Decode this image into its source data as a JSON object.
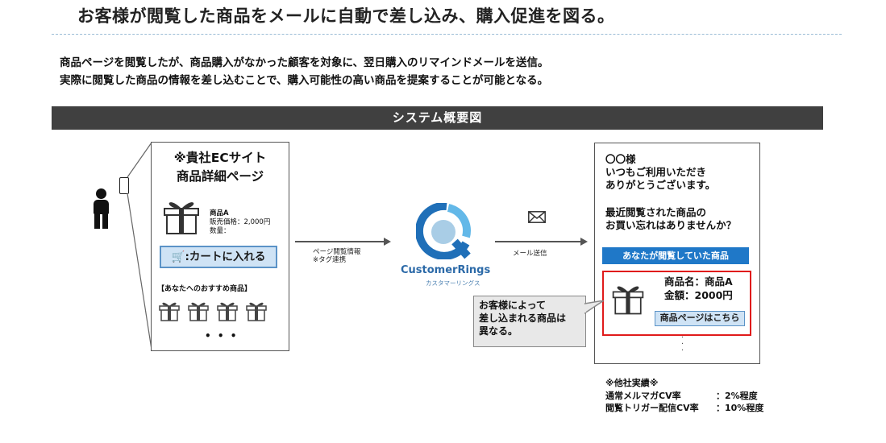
{
  "title": "お客様が閲覧した商品をメールに自動で差し込み、購入促進を図る。",
  "description": {
    "line1": "商品ページを閲覧したが、商品購入がなかった顧客を対象に、翌日購入のリマインドメールを送信。",
    "line2": "実際に閲覧した商品の情報を差し込むことで、購入可能性の高い商品を提案することが可能となる。"
  },
  "banner": "システム概要図",
  "site": {
    "title1": "※貴社ECサイト",
    "title2": "商品詳細ページ",
    "product_name": "商品A",
    "price": "販売価格：2,000円",
    "quantity": "数量：",
    "cart_button": ":カートに入れる",
    "recommend_label": "【あなたへのおすすめ商品】",
    "dots": "• • •"
  },
  "arrow1": {
    "line1": "ページ閲覧情報",
    "line2": "※タグ連携"
  },
  "logo": {
    "name": "CustomerRings",
    "kana": "カスタマーリングス"
  },
  "arrow2": {
    "label": "メール送信"
  },
  "mail": {
    "line1": "〇〇様",
    "line2": "いつもご利用いただき",
    "line3": "ありがとうございます。",
    "line4": "最近閲覧された商品の",
    "line5": "お買い忘れはありませんか？",
    "blue_button": "あなたが閲覧していた商品",
    "product_name": "商品名：商品A",
    "amount": "金額：2000円",
    "product_page_button": "商品ページはこちら"
  },
  "callout": {
    "line1": "お客様によって",
    "line2": "差し込まれる商品は",
    "line3": "異なる。"
  },
  "results": {
    "heading": "※他社実績※",
    "line1_label": "通常メルマガCV率",
    "line1_value": "：2%程度",
    "line2_label": "閲覧トリガー配信CV率",
    "line2_value": "：10%程度"
  },
  "colors": {
    "banner": "#404040",
    "accent_blue": "#1f78c8",
    "button_fill": "#cfe3f5",
    "highlight_red": "#e01b1b"
  },
  "icons": [
    "person-icon",
    "smartphone-icon",
    "gift-box-icon",
    "cart-icon",
    "envelope-icon",
    "customer-rings-logo"
  ]
}
